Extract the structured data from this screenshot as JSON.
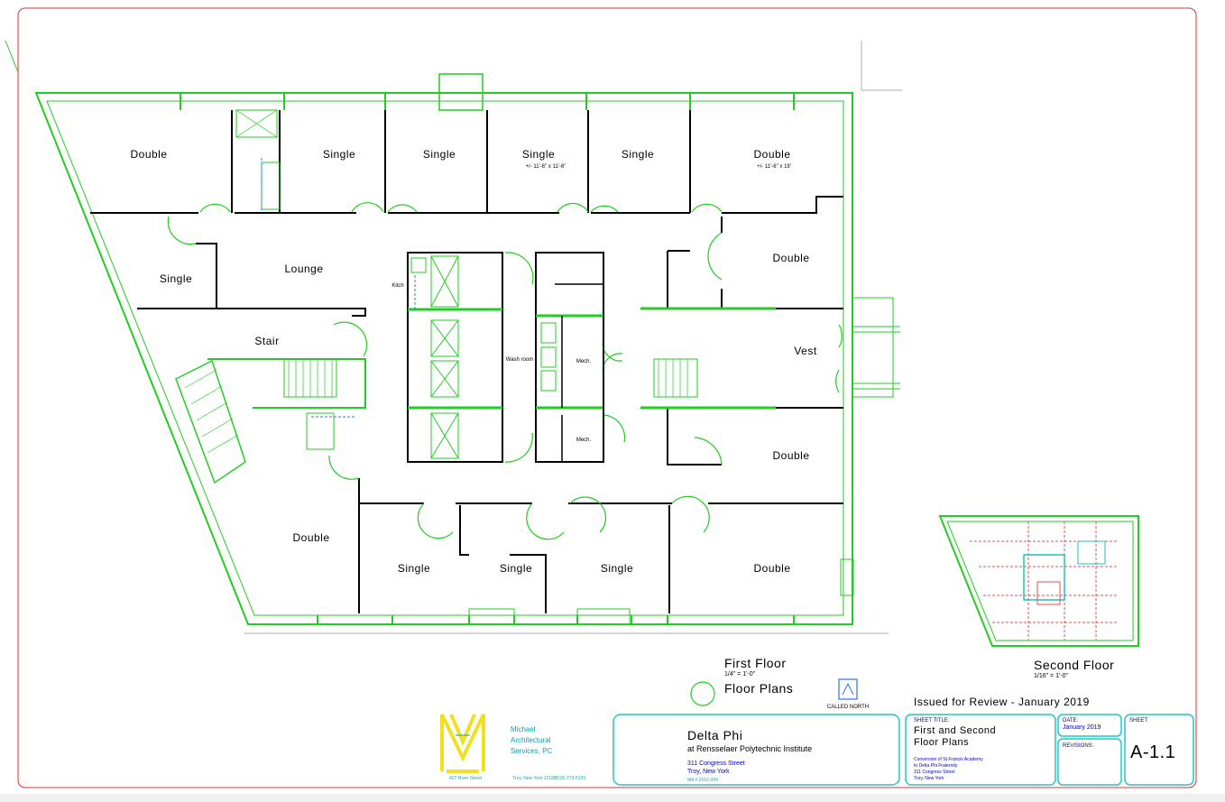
{
  "rooms": {
    "double_nw": "Double",
    "single_1": "Single",
    "single_2": "Single",
    "single_3": "Single",
    "single_3_dim": "+/- 11'-6\" x 11'-6\"",
    "single_4": "Single",
    "double_ne": "Double",
    "double_ne_dim": "+/- 11'-6\" x 19'",
    "single_w": "Single",
    "lounge": "Lounge",
    "kitch": "Kitch",
    "double_e1": "Double",
    "stair": "Stair",
    "wash_room": "Wash room",
    "mech_1": "Mech.",
    "mech_2": "Mech.",
    "vest": "Vest",
    "double_e2": "Double",
    "double_sw": "Double",
    "single_s1": "Single",
    "single_s2": "Single",
    "single_s3": "Single",
    "double_se": "Double"
  },
  "drawings": {
    "first_floor_title": "First Floor",
    "first_floor_scale": "1/4\" = 1'-0\"",
    "floor_plans_label": "Floor Plans",
    "called_north": "CALLED NORTH",
    "second_floor_title": "Second Floor",
    "second_floor_scale": "1/16\" = 1'-0\""
  },
  "firm": {
    "name_line1": "Michael",
    "name_line2": "Architectural",
    "name_line3": "Services, PC",
    "address": "427 River Street",
    "city": "Troy, New York 12180",
    "phone": "(518) 273-5120"
  },
  "project": {
    "name": "Delta Phi",
    "subtitle": "at Rensselaer Polytechnic Institute",
    "address1": "311 Congress Street",
    "address2": "Troy, New York",
    "ref": "MA # 2016-004"
  },
  "issued": "Issued for Review - January 2019",
  "title_block": {
    "sheet_title_label": "SHEET TITLE:",
    "sheet_title_1": "First and Second",
    "sheet_title_2": "Floor Plans",
    "desc_1": "Conversion of St Francis Academy",
    "desc_2": "to Delta Phi Fraternity",
    "desc_3": "311 Congress Street",
    "desc_4": "Troy, New York",
    "date_label": "DATE:",
    "date_value": "January 2019",
    "revisions_label": "REVISIONS:",
    "sheet_label": "SHEET:",
    "sheet_number": "A-1.1"
  },
  "colors": {
    "border": "#e03030",
    "wall": "#22cc22",
    "wall_dark": "#000000",
    "cyan": "#20c0c0",
    "title_block": "#20c8c8"
  }
}
